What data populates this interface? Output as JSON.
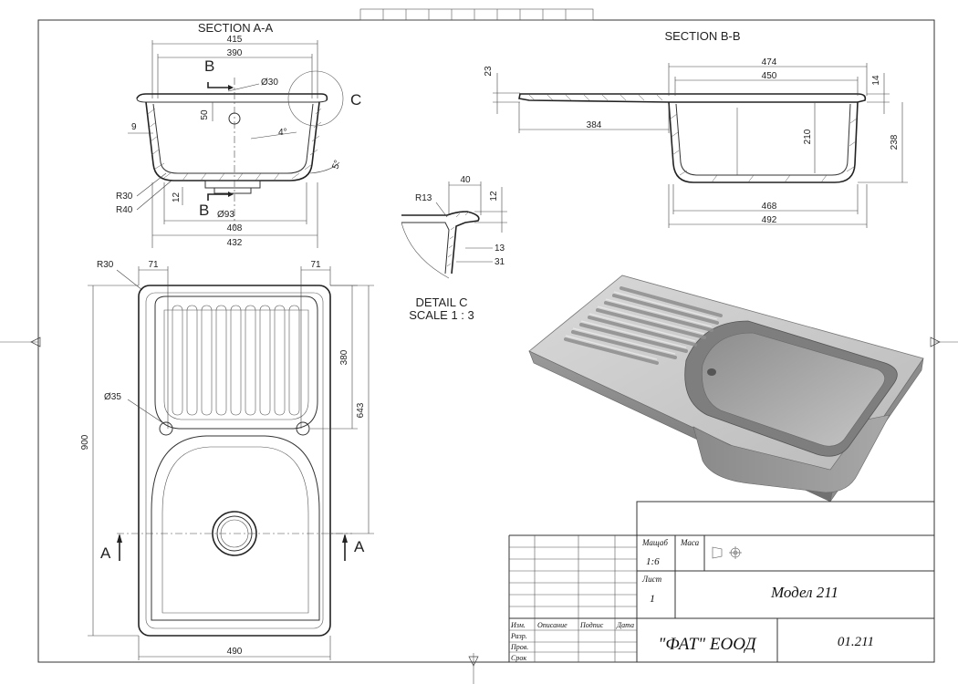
{
  "views": {
    "section_aa": {
      "title": "SECTION A-A",
      "dims": {
        "d415": "415",
        "d390": "390",
        "d408": "408",
        "d432": "432",
        "d50": "50",
        "d9": "9",
        "d12": "12",
        "r30": "R30",
        "r40": "R40",
        "dia30": "Ø30",
        "dia93": "Ø93",
        "a4": "4°",
        "a5": "5°"
      },
      "cut_marker": "B",
      "detail_marker": "C"
    },
    "section_bb": {
      "title": "SECTION B-B",
      "dims": {
        "d474": "474",
        "d450": "450",
        "d384": "384",
        "d468": "468",
        "d492": "492",
        "d23": "23",
        "d14": "14",
        "d210": "210",
        "d238": "238"
      }
    },
    "detail_c": {
      "title": "DETAIL C",
      "scale": "SCALE 1 : 3",
      "dims": {
        "r13": "R13",
        "d40": "40",
        "d12": "12",
        "d13": "13",
        "d31": "31"
      }
    },
    "top_view": {
      "dims": {
        "r30": "R30",
        "d71a": "71",
        "d71b": "71",
        "d380": "380",
        "d643": "643",
        "d900": "900",
        "dia35": "Ø35",
        "d490": "490"
      },
      "cut_marker": "A"
    }
  },
  "title_block": {
    "scale_label": "Мащаб",
    "scale_value": "1:6",
    "mass_label": "Маса",
    "sheet_label": "Лист",
    "sheet_value": "1",
    "model": "Модел 211",
    "col_headers": [
      "Изм.",
      "Описание",
      "Подпис",
      "Дата"
    ],
    "rows": [
      "Разр.",
      "Пров.",
      "Срок"
    ],
    "company": "\"ФАТ\" ЕООД",
    "doc_number": "01.211"
  }
}
